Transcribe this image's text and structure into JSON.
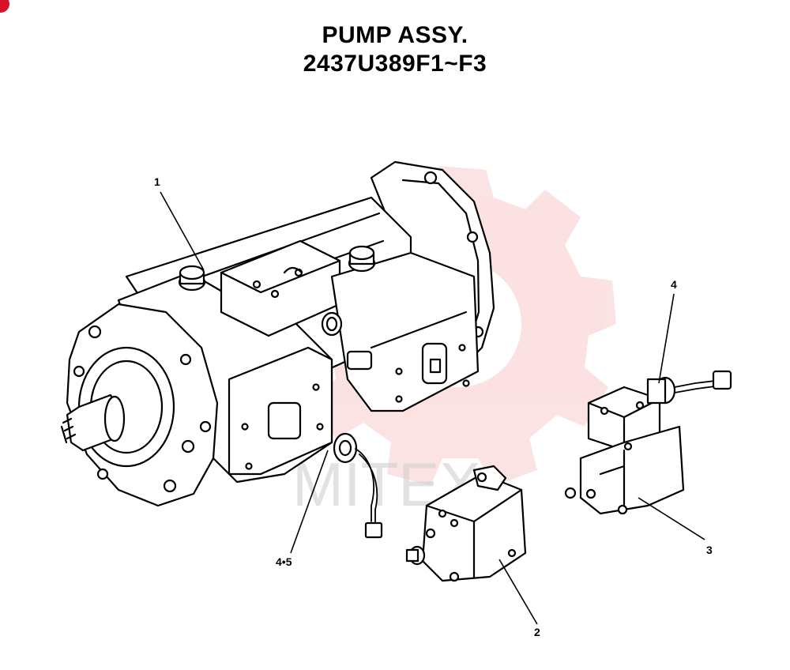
{
  "title": {
    "line1": "PUMP ASSY.",
    "line2": "2437U389F1~F3"
  },
  "watermark": {
    "text": "MITEX",
    "color": "#f3a9ad"
  },
  "callouts": [
    {
      "id": "1",
      "label": "1"
    },
    {
      "id": "2",
      "label": "2"
    },
    {
      "id": "3",
      "label": "3"
    },
    {
      "id": "4",
      "label": "4"
    },
    {
      "id": "45",
      "label": "4•5"
    }
  ],
  "colors": {
    "line": "#000000",
    "accent": "#d8122a"
  }
}
